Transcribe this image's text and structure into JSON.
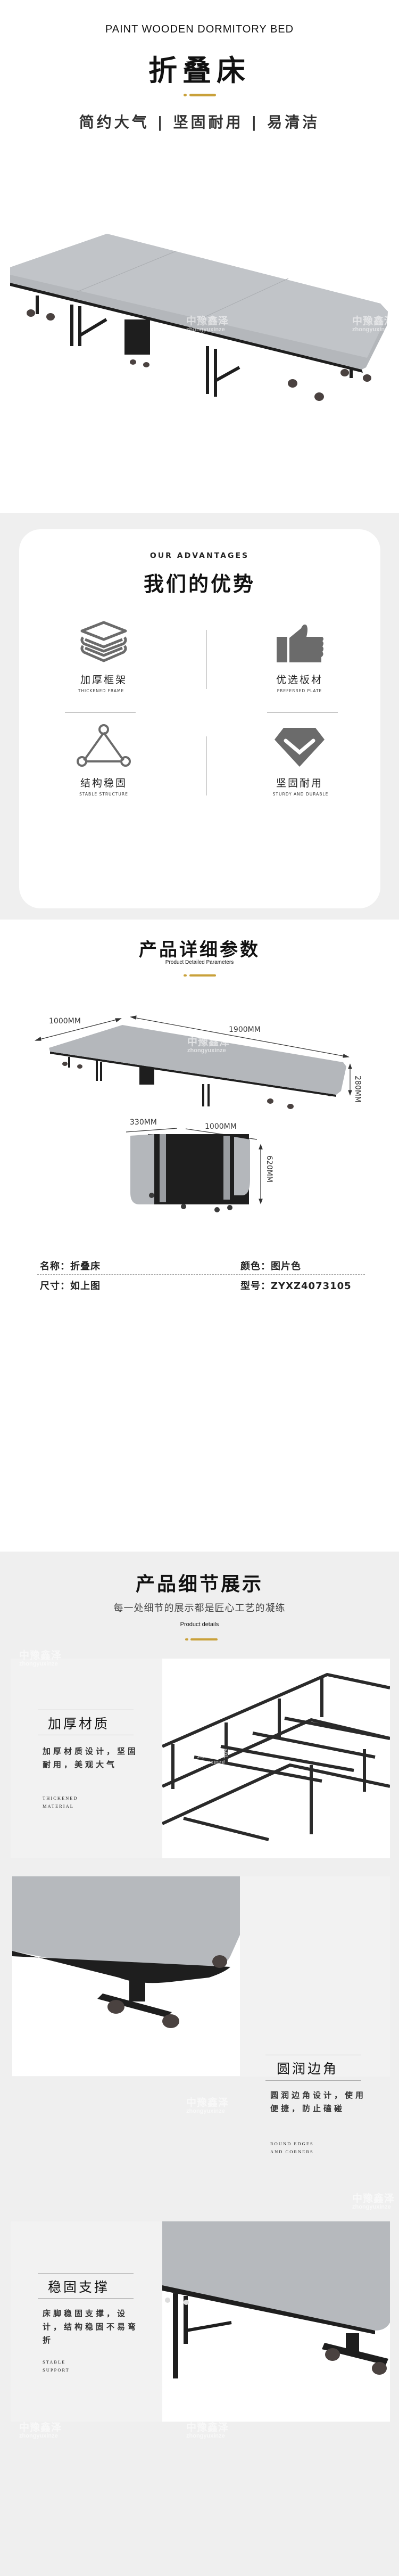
{
  "hero": {
    "eyebrow": "PAINT WOODEN DORMITORY BED",
    "title": "折叠床",
    "tagline": "简约大气 | 坚固耐用 | 易清洁"
  },
  "watermark": {
    "cn": "中豫鑫泽",
    "en": "zhongyuxinze"
  },
  "advantages": {
    "eyebrow": "OUR ADVANTAGES",
    "title": "我们的优势",
    "items": [
      {
        "label": "加厚框架",
        "en": "THICKENED FRAME",
        "icon": "layers-icon"
      },
      {
        "label": "优选板材",
        "en": "PREFERRED PLATE",
        "icon": "thumbs-up-icon"
      },
      {
        "label": "结构稳固",
        "en": "STABLE STRUCTURE",
        "icon": "triangle-nodes-icon"
      },
      {
        "label": "坚固耐用",
        "en": "STURDY AND DURABLE",
        "icon": "diamond-check-icon"
      }
    ]
  },
  "parameters": {
    "title": "产品详细参数",
    "subtitle": "Product Detailed Parameters",
    "dimensions": {
      "width": "1000MM",
      "length": "1900MM",
      "height": "280MM",
      "folded_depth": "330MM",
      "folded_width": "1000MM",
      "folded_height": "620MM"
    },
    "specs": [
      {
        "key": "名称：",
        "value": "折叠床"
      },
      {
        "key": "颜色：",
        "value": "图片色"
      },
      {
        "key": "尺寸：",
        "value": "如上图"
      },
      {
        "key": "型号：",
        "value": "ZYXZ4073105"
      }
    ]
  },
  "details": {
    "title": "产品细节展示",
    "subtitle": "每一处细节的展示都是匠心工艺的凝练",
    "en": "Product details",
    "items": [
      {
        "heading": "加厚材质",
        "body": "加厚材质设计，坚固耐用，美观大气",
        "en1": "THICKENED",
        "en2": "MATERIAL"
      },
      {
        "heading": "圆润边角",
        "body": "圆润边角设计，使用便捷，防止磕碰",
        "en1": "ROUND EDGES",
        "en2": "AND CORNERS"
      },
      {
        "heading": "稳固支撑",
        "body": "床脚稳固支撑，设计，结构稳固不易弯折",
        "en1": "STABLE",
        "en2": "SUPPORT"
      }
    ]
  },
  "colors": {
    "accent": "#c9a13a",
    "section_bg": "#efefef",
    "icon": "#6b6b6b",
    "mattress": "#b4b7bb",
    "frame": "#1e1e1e"
  }
}
